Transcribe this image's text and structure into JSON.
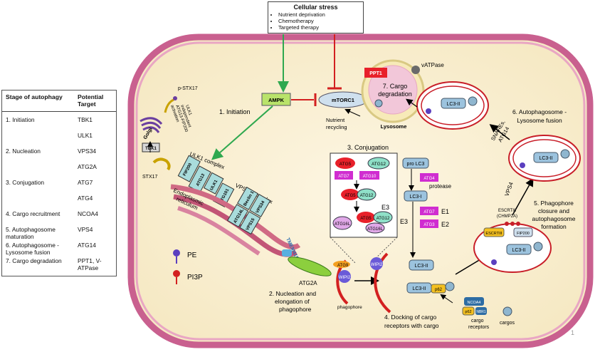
{
  "table": {
    "headers": [
      "Stage of autophagy",
      "Potential Target"
    ],
    "rows": [
      {
        "stage": "1. Initiation",
        "target": "TBK1"
      },
      {
        "stage": "",
        "target": "ULK1"
      },
      {
        "stage": "2. Nucleation",
        "target": "VPS34"
      },
      {
        "stage": "",
        "target": "ATG2A"
      },
      {
        "stage": "3. Conjugation",
        "target": "ATG7"
      },
      {
        "stage": "",
        "target": "ATG4"
      },
      {
        "stage": "4. Cargo recruitment",
        "target": "NCOA4"
      },
      {
        "stage": "5. Autophagosome maturation",
        "target": "VPS4"
      },
      {
        "stage": "6. Autophagosome - Lysosome fusion",
        "target": "ATG14"
      },
      {
        "stage": "7. Cargo degradation",
        "target": "PPT1, V-ATPase"
      }
    ]
  },
  "stress": {
    "title": "Cellular stress",
    "items": [
      "Nutrient deprivation",
      "Chemotherapy",
      "Targeted therapy"
    ]
  },
  "labels": {
    "ampk": "AMPK",
    "mtorc1": "mTORC1",
    "nutrient": [
      "Nutrient",
      "recycling"
    ],
    "ppt1": "PPT1",
    "vatpase": "vATPase",
    "cargo_deg": [
      "7. Cargo",
      "degradation"
    ],
    "lysosome": "Lysosome",
    "initiation": "1. Initiation",
    "pstx17": "p-STX17",
    "golgi": "Golgi",
    "tbk1": "TBK1",
    "stx17": "STX17",
    "ulk1_note": [
      "ULK1",
      "independent",
      "ATG13-FIP200",
      "activation"
    ],
    "ulk1_complex": "ULK1 complex",
    "fip200": "FIP200",
    "atg13": "ATG13",
    "ulk1": "ULK1",
    "atg101": "ATG101",
    "er": [
      "Endoplasmic",
      "reticulum"
    ],
    "vps34_complex": "VPS34 complex",
    "beclin1": "Beclin 1",
    "atg14l": "ATG14L",
    "vps34": "VPS34",
    "vps15": "VPS15",
    "tmem41b": "TMEM41B",
    "atg2a": "ATG2A",
    "pe": "PE",
    "pi3p": "PI3P",
    "atg9": "ATG9",
    "wipi2": "WIPI2",
    "nucleation": [
      "2. Nucleation and",
      "elongation of",
      "phagophore"
    ],
    "phagophore": "phagophore",
    "conjugation": "3. Conjugation",
    "atg5": "ATG5",
    "atg12": "ATG12",
    "atg7": "ATG7",
    "atg10": "ATG10",
    "atg16l": "ATG16L",
    "e3": "E3",
    "e1": "E1",
    "e2": "E2",
    "pro_lc3": "pro LC3",
    "atg4": "ATG4",
    "protease": "protease",
    "lc3i": "LC3-I",
    "atg3": "ATG3",
    "lc3ii": "LC3-II",
    "p62": "p62",
    "ncoa4": "NCOA4",
    "nbr1": "NBR1",
    "cargo_receptors": [
      "cargo",
      "receptors"
    ],
    "cargos": "cargos",
    "docking": [
      "4. Docking of cargo",
      "receptors with cargo"
    ],
    "escrtiii": "ESCRTIII",
    "escrt_label": [
      "ESCRTIII",
      "(CHMP2A)"
    ],
    "fip200_small": "FIP200",
    "vps4": "VPS4",
    "closure": [
      "5. Phagophore",
      "closure and",
      "autophagosome",
      "formation"
    ],
    "snares": [
      "SNAREs,",
      "ATG14"
    ],
    "fusion": [
      "6. Autophagosome -",
      "Lysosome fusion"
    ],
    "page": "1"
  }
}
